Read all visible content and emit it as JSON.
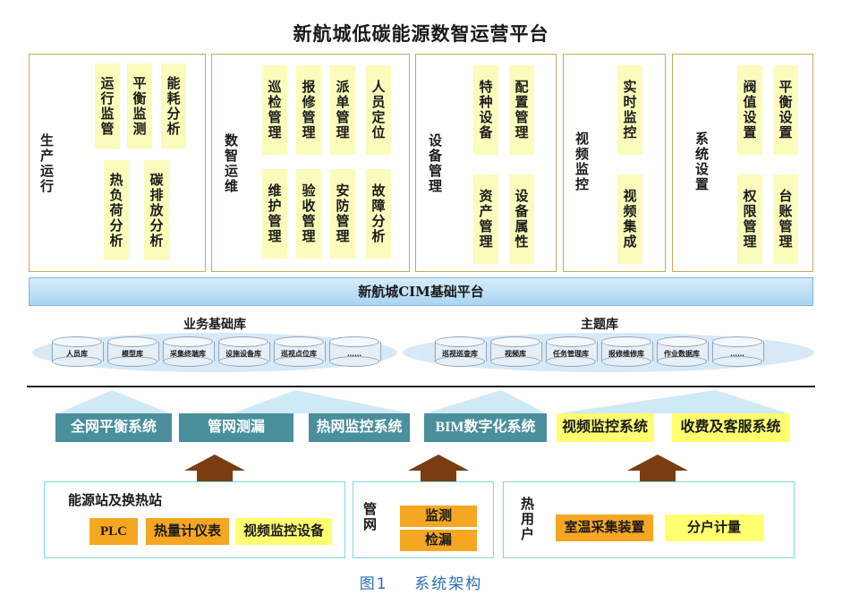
{
  "title": "新航城低碳能源数智运营平台",
  "modules": [
    {
      "label": "生产运行",
      "items": [
        "运行监管",
        "平衡监测",
        "能耗分析",
        "热负荷分析",
        "碳排放分析"
      ]
    },
    {
      "label": "数智运维",
      "items": [
        "巡检管理",
        "报修管理",
        "派单管理",
        "人员定位",
        "维护管理",
        "验收管理",
        "安防管理",
        "故障分析"
      ]
    },
    {
      "label": "设备管理",
      "items": [
        "特种设备",
        "配置管理",
        "资产管理",
        "设备属性"
      ]
    },
    {
      "label": "视频监控",
      "items": [
        "实时监控",
        "视频集成"
      ]
    },
    {
      "label": "系统设置",
      "items": [
        "阀值设置",
        "平衡设置",
        "权限管理",
        "台账管理"
      ]
    }
  ],
  "cim_platform": "新航城CIM基础平台",
  "business_db": {
    "title": "业务基础库",
    "items": [
      "人员库",
      "模型库",
      "采集终端库",
      "设施设备库",
      "巡视点位库",
      "……"
    ]
  },
  "topic_db": {
    "title": "主题库",
    "items": [
      "巡视巡查库",
      "视频库",
      "任务管理库",
      "报修维修库",
      "作业数据库",
      "……"
    ]
  },
  "systems": [
    "全网平衡系统",
    "管网测漏",
    "热网监控系统",
    "BIM数字化系统",
    "视频监控系统",
    "收费及客服系统"
  ],
  "sources": [
    {
      "label": "能源站及换热站",
      "items": [
        "PLC",
        "热量计仪表",
        "视频监控设备"
      ]
    },
    {
      "label": "管网",
      "items": [
        "监测",
        "检漏"
      ]
    },
    {
      "label": "热用户",
      "items": [
        "室温采集装置",
        "分户计量"
      ]
    }
  ],
  "caption": {
    "fig": "图1",
    "text": "系统架构"
  },
  "colors": {
    "module_border": "#c8a95a",
    "item_fill": "#fbfbbb",
    "teal": "#4a8f9c",
    "yellow": "#ffff70",
    "orange": "#f5a623",
    "arrow": "#7a3d12",
    "source_border": "#7fd8dc",
    "caption": "#2a6bb8"
  }
}
